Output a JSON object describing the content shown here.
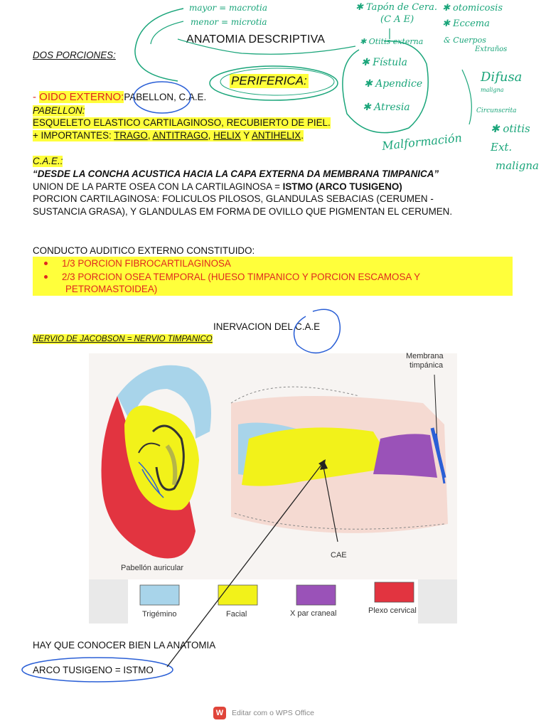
{
  "doc": {
    "title": "ANATOMIA DESCRIPTIVA",
    "dos_porciones": "DOS PORCIONES:",
    "periferica": "PERIFERICA:",
    "oido_dash": "- ",
    "oido_externo": "OIDO EXTERNO:",
    "pabellon_cae": "PABELLON, C.A.E.",
    "pabellon_head": "PABELLON:",
    "esqueleto": "ESQUELETO ELASTICO CARTILAGINOSO, RECUBIERTO DE PIEL.",
    "importantes_prefix": "+ IMPORTANTES: ",
    "trago": "TRAGO",
    "antitrago": "ANTITRAGO",
    "helix": "HELIX",
    "y": " Y ",
    "antihelix": "ANTIHELIX",
    "sep": ", ",
    "dot": ".",
    "cae_head": "C.A.E.:",
    "quote": "“DESDE LA CONCHA ACUSTICA HACIA LA CAPA EXTERNA DA MEMBRANA TIMPANICA”",
    "union": "UNION DE LA PARTE OSEA CON LA CARTILAGINOSA = ",
    "istmo": "ISTMO (ARCO TUSIGENO)",
    "porcion1": "PORCION CARTILAGINOSA: FOLICULOS PILOSOS, GLANDULAS SEBACIAS (CERUMEN -",
    "porcion2": "SUSTANCIA GRASA), Y GLANDULAS EM FORMA DE OVILLO QUE PIGMENTAN EL CERUMEN.",
    "conducto": "CONDUCTO AUDITICO EXTERNO CONSTITUIDO:",
    "bullet1": "1/3 PORCION FIBROCARTILAGINOSA",
    "bullet2a": "2/3 PORCION OSEA TEMPORAL (HUESO TIMPANICO Y PORCION ESCAMOSA Y",
    "bullet2b": "PETROMASTOIDEA)",
    "inervacion": "INERVACION DEL C.A.E",
    "nervio": "NERVIO DE JACOBSON = NERVIO TIMPANICO",
    "conocer": "HAY QUE CONOCER BIEN LA ANATOMIA",
    "arco": "ARCO TUSIGENO = ISTMO"
  },
  "figure": {
    "membrana": "Membrana",
    "timpanica": "timpánica",
    "cae": "CAE",
    "pabellon_auricular": "Pabellón auricular",
    "legend": [
      {
        "label": "Trigémino",
        "color": "#a8d4ea"
      },
      {
        "label": "Facial",
        "color": "#f2f21a"
      },
      {
        "label": "X par craneal",
        "color": "#9a52b8"
      },
      {
        "label": "Plexo cervical",
        "color": "#e23440"
      }
    ]
  },
  "notes": {
    "mayor": "mayor = macrotia",
    "menor": "menor = microtia",
    "tapon": "✱ Tapón de Cera.",
    "cae_note": "(C A E)",
    "otomicosis": "✱ otomicosis",
    "eccema": "✱ Eccema",
    "otitis_ext": "✱ Otitis externa",
    "cuerpos": "& Cuerpos",
    "extranos": "Extraños",
    "fistula": "✱ Fístula",
    "apendice": "✱ Apendice",
    "atresia": "✱ Atresia",
    "difusa": "Difusa",
    "maligna_sm": "maligna",
    "circunscrita": "Circunscrita",
    "otitis": "✱ otitis",
    "ext": "Ext.",
    "maligna": "maligna",
    "malformacion": "Malformación"
  },
  "footer": {
    "text": "Editar com o WPS Office",
    "logo": "W"
  }
}
